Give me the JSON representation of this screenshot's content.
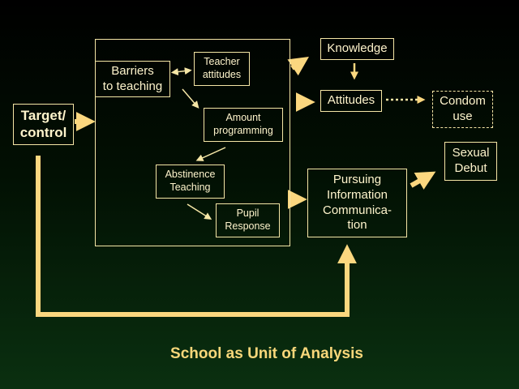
{
  "boxes": {
    "target": "Target/\ncontrol",
    "barriers": "Barriers\nto teaching",
    "teacher": "Teacher\nattitudes",
    "amount": "Amount\nprogramming",
    "abstinence": "Abstinence\nTeaching",
    "pupil": "Pupil\nResponse",
    "knowledge": "Knowledge",
    "attitudes": "Attitudes",
    "condom": "Condom\nuse",
    "pursuing": "Pursuing\nInformation\nCommunica-\ntion",
    "sexual": "Sexual\nDebut"
  },
  "caption": "School as Unit of Analysis",
  "colors": {
    "line": "#f5e6a6",
    "arrow": "#fbd77f",
    "text": "#fff4cc",
    "caption": "#f8d77a"
  }
}
